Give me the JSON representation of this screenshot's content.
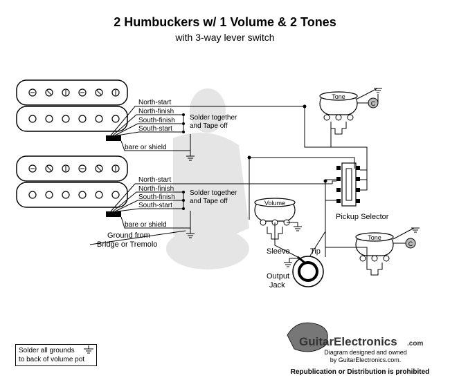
{
  "title": "2 Humbuckers w/ 1 Volume & 2 Tones",
  "subtitle": "with 3-way lever switch",
  "pickup_wires": {
    "north_start": "North-start",
    "north_finish": "North-finish",
    "south_finish": "South-finish",
    "south_start": "South-start",
    "bare": "bare or shield"
  },
  "solder_note_line1": "Solder together",
  "solder_note_line2": "and Tape off",
  "ground_line1": "Ground from",
  "ground_line2": "Bridge or Tremolo",
  "tone_label": "Tone",
  "volume_label": "Volume",
  "capacitor_label": "C",
  "pickup_selector": "Pickup Selector",
  "sleeve": "Sleeve",
  "tip": "Tip",
  "output_line1": "Output",
  "output_line2": "Jack",
  "grounds_note_line1": "Solder all grounds",
  "grounds_note_line2": "to back of volume pot",
  "logo_text": "GuitarElectronics",
  "logo_suffix": ".com",
  "credit_line1": "Diagram designed and owned",
  "credit_line2": "by GuitarElectronics.com.",
  "copyright": "Republication or Distribution is prohibited",
  "colors": {
    "line": "#000000",
    "pickup_fill": "#ffffff",
    "watermark": "#cccccc"
  }
}
